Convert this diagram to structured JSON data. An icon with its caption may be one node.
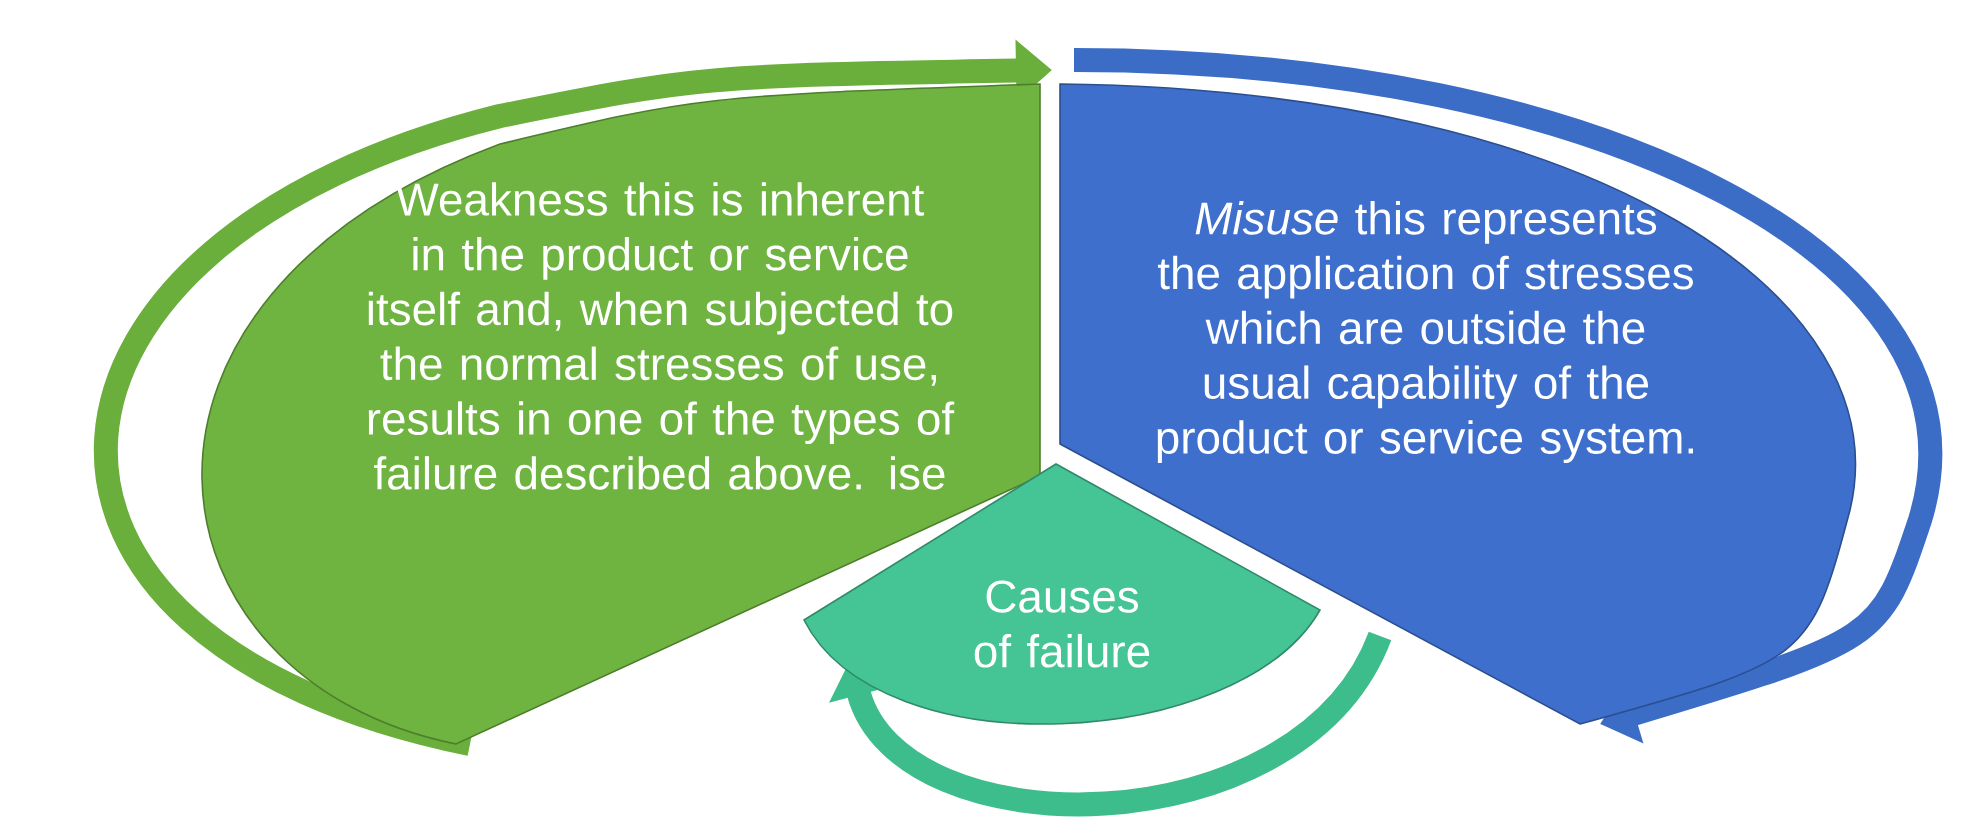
{
  "diagram": {
    "nodes": [
      {
        "text": [
          "Weakness this is inherent in the product or service itself and, when subjected to the normal stresses of use, results in one of the types of failure described above. ise"
        ]
      },
      {
        "text": [
          "*Misuse* this represents the application of stresses which are outside the usual capability of the product or service system."
        ]
      },
      {
        "text": [
          "Causes of failure"
        ]
      }
    ]
  }
}
